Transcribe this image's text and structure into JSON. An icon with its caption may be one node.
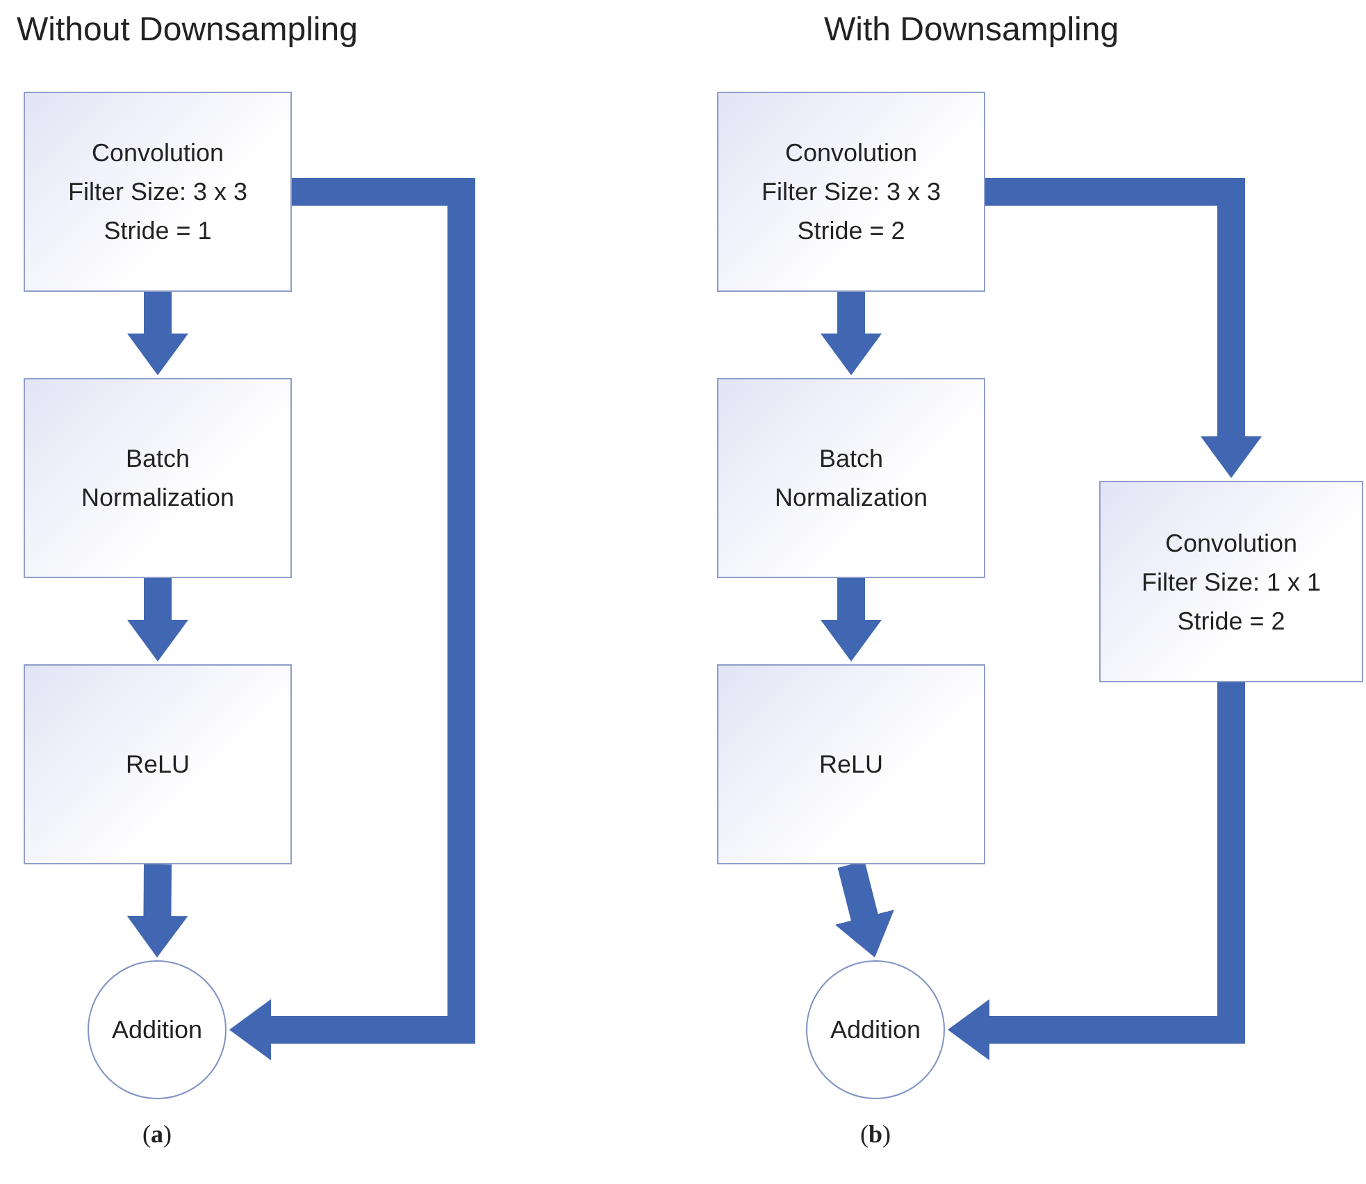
{
  "diagram": {
    "nodes": [
      {
        "text": [
          "Convolution",
          "Filter Size: 3 x 3",
          "Stride = 1"
        ]
      },
      {
        "text": [
          "Batch Normalization"
        ]
      },
      {
        "text": [
          "ReLU"
        ]
      },
      {
        "text": [
          "Addition"
        ]
      },
      {
        "text": [
          "Convolution",
          "Filter Size: 3 x 3",
          "Stride = 2"
        ]
      },
      {
        "text": [
          "Batch Normalization"
        ]
      },
      {
        "text": [
          "ReLU"
        ]
      },
      {
        "text": [
          "Convolution",
          "Filter Size: 1 x 1",
          "Stride = 2"
        ]
      },
      {
        "text": [
          "Addition"
        ]
      }
    ],
    "edges": [
      {
        "from": 0,
        "to": 1,
        "arrow": "to"
      },
      {
        "from": 1,
        "to": 2,
        "arrow": "to"
      },
      {
        "from": 2,
        "to": 3,
        "arrow": "to"
      },
      {
        "from": 0,
        "to": 3,
        "arrow": "to"
      },
      {
        "from": 4,
        "to": 5,
        "arrow": "to"
      },
      {
        "from": 5,
        "to": 6,
        "arrow": "to"
      },
      {
        "from": 6,
        "to": 8,
        "arrow": "to"
      },
      {
        "from": 4,
        "to": 7,
        "arrow": "to"
      },
      {
        "from": 7,
        "to": 8,
        "arrow": "to"
      }
    ],
    "labels": [
      "Without Downsampling",
      "With Downsampling",
      "(**a**)",
      "(**b**)"
    ]
  }
}
